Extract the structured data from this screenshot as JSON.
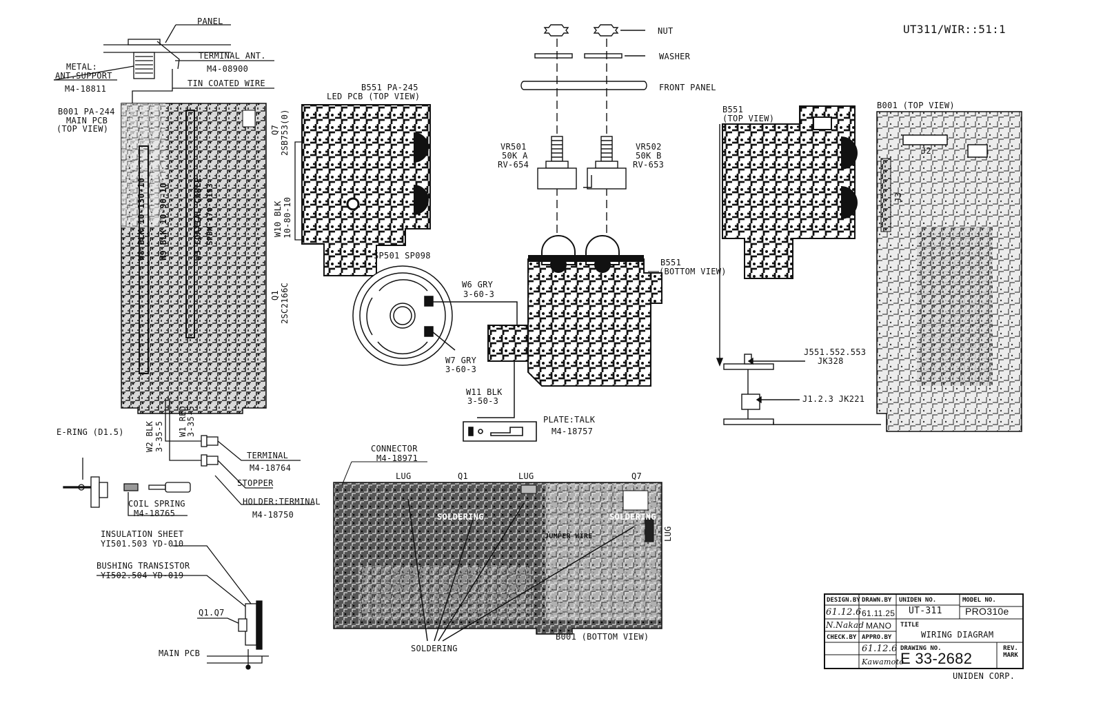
{
  "header": {
    "doc_ref": "UT311/WIR::51:1"
  },
  "labels": {
    "panel": "PANEL",
    "metal_ant_support": "METAL:",
    "ant_support": "ANT.SUPPORT",
    "ant_support_part": "M4-18811",
    "terminal_ant": "TERMINAL ANT.",
    "terminal_ant_part": "M4-08900",
    "tin_wire": "TIN COATED WIRE",
    "b001_main_1": "B001 PA-244",
    "b001_main_2": "MAIN PCB",
    "b001_main_3": "(TOP VIEW)",
    "q7": "Q7",
    "q7_part": "2SB753(0)",
    "w10": "W10 BLK",
    "w10_spec": "10-80-10",
    "q1": "Q1",
    "q1_part": "2SC2166C",
    "w8": "W8 BLK 10-130-10",
    "w9": "W9 BLK 10-90-10",
    "w3": "W3 COAXIAL CABLE",
    "w3_spec": "SPDM 170 0153",
    "w1": "W1 RED",
    "w1_spec": "3-35-5",
    "w2": "W2 BLK",
    "w2_spec": "3-35-5",
    "b551_led_1": "B551 PA-245",
    "b551_led_2": "LED PCB (TOP VIEW)",
    "sp501": "SP501 SP098",
    "w6": "W6 GRY",
    "w6_spec": "3-60-3",
    "w7": "W7 GRY",
    "w7_spec": "3-60-3",
    "w11": "W11 BLK",
    "w11_spec": "3-50-3",
    "plate_talk": "PLATE:TALK",
    "plate_talk_part": "M4-18757",
    "nut": "NUT",
    "washer": "WASHER",
    "front_panel": "FRONT PANEL",
    "vr501_1": "VR501",
    "vr501_2": "50K A",
    "vr501_3": "RV-654",
    "vr502_1": "VR502",
    "vr502_2": "50K B",
    "vr502_3": "RV-653",
    "b551_bottom_1": "B551",
    "b551_bottom_2": "(BOTTOM VIEW)",
    "b551_top_1": "B551",
    "b551_top_2": "(TOP VIEW)",
    "b001_top": "B001  (TOP VIEW)",
    "j2": "J2",
    "j3": "J3",
    "j551": "J551.552.553",
    "jk328": "JK328",
    "j123": "J1.2.3  JK221",
    "e_ring": "E-RING (D1.5)",
    "terminal": "TERMINAL",
    "terminal_part": "M4-18764",
    "stopper": "STOPPER",
    "holder_terminal": "HOLDER:TERMINAL",
    "holder_part": "M4-18750",
    "coil_spring": "COIL SPRING",
    "coil_spring_part": "M4-18765",
    "insulation_sheet": "INSULATION SHEET",
    "insulation_part": "YI501.503   YD-010",
    "bushing_transistor": "BUSHING TRANSISTOR",
    "bushing_part": "YI502.504   YD-019",
    "q1q7": "Q1.Q7",
    "main_pcb": "MAIN PCB",
    "connector": "CONNECTOR",
    "connector_part": "M4-18971",
    "lug1": "LUG",
    "q1_bottom": "Q1",
    "lug2": "LUG",
    "q7_bottom": "Q7",
    "soldering_1": "SOLDERING",
    "soldering_2": "SOLDERING",
    "lug3": "LUG",
    "jumper_wire": "JUMPER WIRE",
    "b001_bottom": "B001 (BOTTOM VIEW)",
    "soldering_bottom": "SOLDERING"
  },
  "title_block": {
    "design_by_label": "DESIGN.BY",
    "drawn_by_label": "DRAWN.BY",
    "uniden_no_label": "UNIDEN NO.",
    "model_no_label": "MODEL NO.",
    "design_date": "61.12.6",
    "drawn_date": "61.11.25",
    "uniden_no": "UT-311",
    "model_no": "PRO310e",
    "design_sign": "N.Nakad",
    "drawn_name": "MANO",
    "title_label": "TITLE",
    "title": "WIRING DIAGRAM",
    "check_by_label": "CHECK.BY",
    "appro_by_label": "APPRO.BY",
    "appro_date": "61.12.6",
    "appro_sign": "Kawamoto",
    "drawing_no_label": "DRAWING NO.",
    "drawing_no": "E 33-2682",
    "rev_mark_label": "REV. MARK",
    "company": "UNIDEN CORP."
  }
}
